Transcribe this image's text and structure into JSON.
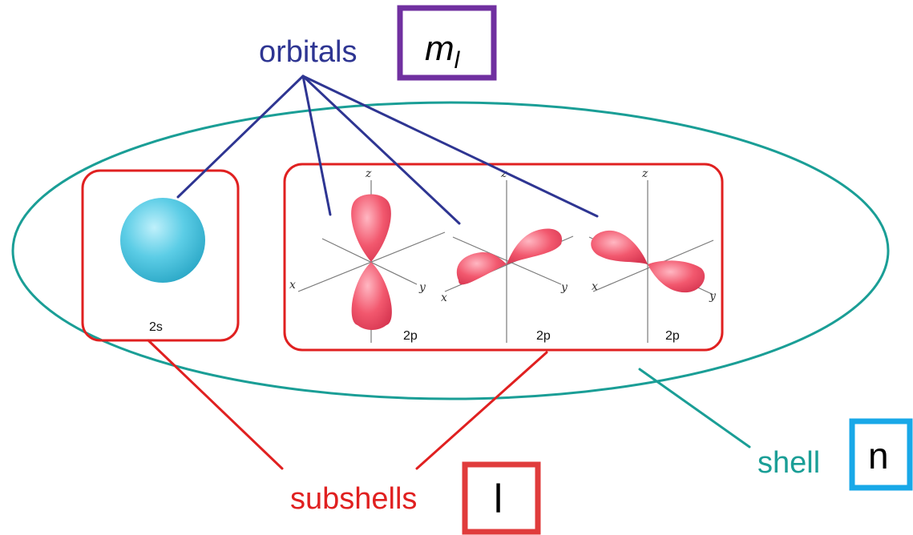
{
  "labels": {
    "orbitals": "orbitals",
    "subshells": "subshells",
    "shell": "shell"
  },
  "quantum_numbers": {
    "ml_main": "m",
    "ml_sub": "l",
    "l": "l",
    "n": "n"
  },
  "orbitals": {
    "s": {
      "label": "2s"
    },
    "p": [
      {
        "label": "2p"
      },
      {
        "label": "2p"
      },
      {
        "label": "2p"
      }
    ]
  },
  "axes": {
    "x": "x",
    "y": "y",
    "z": "z"
  },
  "colors": {
    "orbitals_text": "#2e3592",
    "ml_box": "#7030a0",
    "subshell_red": "#e02020",
    "shell_teal": "#1a9e96",
    "n_box": "#18a8e8",
    "s_orbital": "#4cc6e0",
    "p_lobe": "#f2586e",
    "orbital_lines": "#2e3592"
  }
}
